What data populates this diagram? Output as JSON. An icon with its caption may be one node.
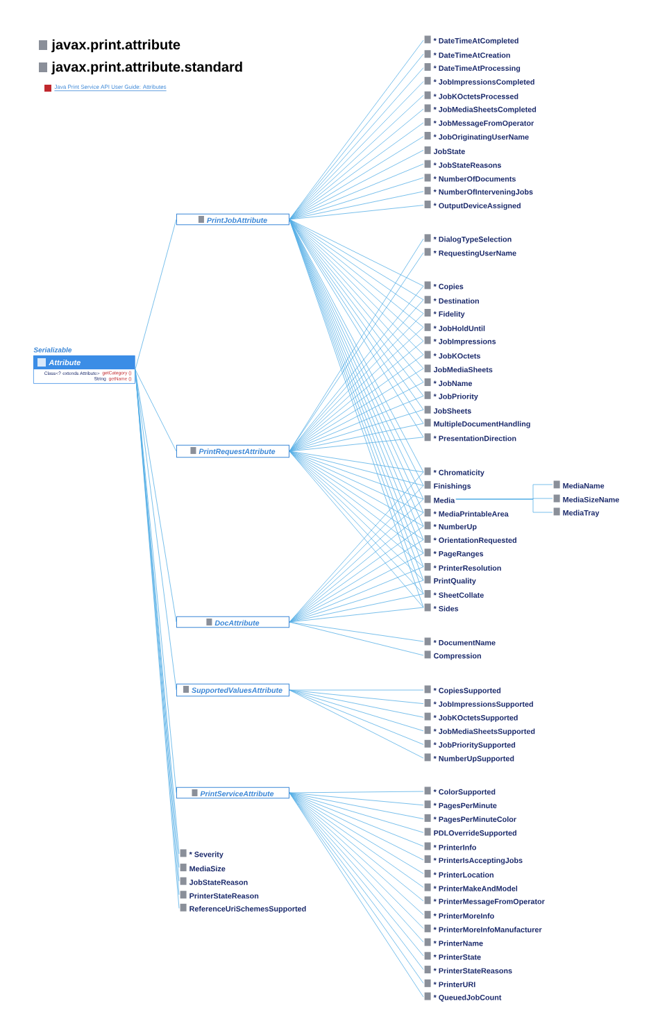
{
  "diagram": {
    "labels": [
      "javax.print.attribute",
      "javax.print.attribute.standard",
      "Java Print Service API User Guide: Attributes"
    ],
    "nodes": [
      {
        "text": [
          "Attribute",
          "Class<? extends Attribute>",
          "getCategory ()",
          "String",
          "getName ()"
        ],
        "beside": [
          "Serializable"
        ]
      },
      {
        "text": [
          "PrintJobAttribute"
        ]
      },
      {
        "text": [
          "PrintRequestAttribute"
        ]
      },
      {
        "text": [
          "DocAttribute"
        ]
      },
      {
        "text": [
          "SupportedValuesAttribute"
        ]
      },
      {
        "text": [
          "PrintServiceAttribute"
        ]
      },
      {
        "text": [
          "* DateTimeAtCompleted"
        ]
      },
      {
        "text": [
          "* DateTimeAtCreation"
        ]
      },
      {
        "text": [
          "* DateTimeAtProcessing"
        ]
      },
      {
        "text": [
          "* JobImpressionsCompleted"
        ]
      },
      {
        "text": [
          "* JobKOctetsProcessed"
        ]
      },
      {
        "text": [
          "* JobMediaSheetsCompleted"
        ]
      },
      {
        "text": [
          "* JobMessageFromOperator"
        ]
      },
      {
        "text": [
          "* JobOriginatingUserName"
        ]
      },
      {
        "text": [
          "JobState"
        ]
      },
      {
        "text": [
          "* JobStateReasons"
        ]
      },
      {
        "text": [
          "* NumberOfDocuments"
        ]
      },
      {
        "text": [
          "* NumberOfInterveningJobs"
        ]
      },
      {
        "text": [
          "* OutputDeviceAssigned"
        ]
      },
      {
        "text": [
          "* DialogTypeSelection"
        ]
      },
      {
        "text": [
          "* RequestingUserName"
        ]
      },
      {
        "text": [
          "* Copies"
        ]
      },
      {
        "text": [
          "* Destination"
        ]
      },
      {
        "text": [
          "* Fidelity"
        ]
      },
      {
        "text": [
          "* JobHoldUntil"
        ]
      },
      {
        "text": [
          "* JobImpressions"
        ]
      },
      {
        "text": [
          "* JobKOctets"
        ]
      },
      {
        "text": [
          "JobMediaSheets"
        ]
      },
      {
        "text": [
          "* JobName"
        ]
      },
      {
        "text": [
          "* JobPriority"
        ]
      },
      {
        "text": [
          "JobSheets"
        ]
      },
      {
        "text": [
          "MultipleDocumentHandling"
        ]
      },
      {
        "text": [
          "* PresentationDirection"
        ]
      },
      {
        "text": [
          "* Chromaticity"
        ]
      },
      {
        "text": [
          "Finishings"
        ]
      },
      {
        "text": [
          "Media"
        ]
      },
      {
        "text": [
          "* MediaPrintableArea"
        ]
      },
      {
        "text": [
          "* NumberUp"
        ]
      },
      {
        "text": [
          "* OrientationRequested"
        ]
      },
      {
        "text": [
          "* PageRanges"
        ]
      },
      {
        "text": [
          "* PrinterResolution"
        ]
      },
      {
        "text": [
          "PrintQuality"
        ]
      },
      {
        "text": [
          "* SheetCollate"
        ]
      },
      {
        "text": [
          "* Sides"
        ]
      },
      {
        "text": [
          "MediaName"
        ]
      },
      {
        "text": [
          "MediaSizeName"
        ]
      },
      {
        "text": [
          "MediaTray"
        ]
      },
      {
        "text": [
          "* DocumentName"
        ]
      },
      {
        "text": [
          "Compression"
        ]
      },
      {
        "text": [
          "* CopiesSupported"
        ]
      },
      {
        "text": [
          "* JobImpressionsSupported"
        ]
      },
      {
        "text": [
          "* JobKOctetsSupported"
        ]
      },
      {
        "text": [
          "* JobMediaSheetsSupported"
        ]
      },
      {
        "text": [
          "* JobPrioritySupported"
        ]
      },
      {
        "text": [
          "* NumberUpSupported"
        ]
      },
      {
        "text": [
          "* ColorSupported"
        ]
      },
      {
        "text": [
          "* PagesPerMinute"
        ]
      },
      {
        "text": [
          "* PagesPerMinuteColor"
        ]
      },
      {
        "text": [
          "PDLOverrideSupported"
        ]
      },
      {
        "text": [
          "* PrinterInfo"
        ]
      },
      {
        "text": [
          "* PrinterIsAcceptingJobs"
        ]
      },
      {
        "text": [
          "* PrinterLocation"
        ]
      },
      {
        "text": [
          "* PrinterMakeAndModel"
        ]
      },
      {
        "text": [
          "* PrinterMessageFromOperator"
        ]
      },
      {
        "text": [
          "* PrinterMoreInfo"
        ]
      },
      {
        "text": [
          "* PrinterMoreInfoManufacturer"
        ]
      },
      {
        "text": [
          "* PrinterName"
        ]
      },
      {
        "text": [
          "* PrinterState"
        ]
      },
      {
        "text": [
          "* PrinterStateReasons"
        ]
      },
      {
        "text": [
          "* PrinterURI"
        ]
      },
      {
        "text": [
          "* QueuedJobCount"
        ]
      },
      {
        "text": [
          "* Severity"
        ]
      },
      {
        "text": [
          "MediaSize"
        ]
      },
      {
        "text": [
          "JobStateReason"
        ]
      },
      {
        "text": [
          "PrinterStateReason"
        ]
      },
      {
        "text": [
          "ReferenceUriSchemesSupported"
        ]
      }
    ],
    "edges": [
      {
        "from": 0,
        "to": 1,
        "arrow": "none"
      },
      {
        "from": 0,
        "to": 2,
        "arrow": "none"
      },
      {
        "from": 0,
        "to": 3,
        "arrow": "none"
      },
      {
        "from": 0,
        "to": 4,
        "arrow": "none"
      },
      {
        "from": 0,
        "to": 5,
        "arrow": "none"
      },
      {
        "from": 0,
        "to": 71,
        "arrow": "none"
      },
      {
        "from": 0,
        "to": 72,
        "arrow": "none"
      },
      {
        "from": 0,
        "to": 73,
        "arrow": "none"
      },
      {
        "from": 0,
        "to": 74,
        "arrow": "none"
      },
      {
        "from": 0,
        "to": 75,
        "arrow": "none"
      },
      {
        "from": 1,
        "to": 6,
        "arrow": "none"
      },
      {
        "from": 1,
        "to": 7,
        "arrow": "none"
      },
      {
        "from": 1,
        "to": 8,
        "arrow": "none"
      },
      {
        "from": 1,
        "to": 9,
        "arrow": "none"
      },
      {
        "from": 1,
        "to": 10,
        "arrow": "none"
      },
      {
        "from": 1,
        "to": 11,
        "arrow": "none"
      },
      {
        "from": 1,
        "to": 12,
        "arrow": "none"
      },
      {
        "from": 1,
        "to": 13,
        "arrow": "none"
      },
      {
        "from": 1,
        "to": 14,
        "arrow": "none"
      },
      {
        "from": 1,
        "to": 15,
        "arrow": "none"
      },
      {
        "from": 1,
        "to": 16,
        "arrow": "none"
      },
      {
        "from": 1,
        "to": 17,
        "arrow": "none"
      },
      {
        "from": 1,
        "to": 18,
        "arrow": "none"
      },
      {
        "from": 1,
        "to": 21,
        "arrow": "none"
      },
      {
        "from": 1,
        "to": 22,
        "arrow": "none"
      },
      {
        "from": 1,
        "to": 23,
        "arrow": "none"
      },
      {
        "from": 1,
        "to": 24,
        "arrow": "none"
      },
      {
        "from": 1,
        "to": 25,
        "arrow": "none"
      },
      {
        "from": 1,
        "to": 26,
        "arrow": "none"
      },
      {
        "from": 1,
        "to": 27,
        "arrow": "none"
      },
      {
        "from": 1,
        "to": 28,
        "arrow": "none"
      },
      {
        "from": 1,
        "to": 29,
        "arrow": "none"
      },
      {
        "from": 1,
        "to": 30,
        "arrow": "none"
      },
      {
        "from": 1,
        "to": 31,
        "arrow": "none"
      },
      {
        "from": 1,
        "to": 32,
        "arrow": "none"
      },
      {
        "from": 1,
        "to": 33,
        "arrow": "none"
      },
      {
        "from": 1,
        "to": 34,
        "arrow": "none"
      },
      {
        "from": 1,
        "to": 35,
        "arrow": "none"
      },
      {
        "from": 1,
        "to": 36,
        "arrow": "none"
      },
      {
        "from": 1,
        "to": 37,
        "arrow": "none"
      },
      {
        "from": 1,
        "to": 38,
        "arrow": "none"
      },
      {
        "from": 1,
        "to": 39,
        "arrow": "none"
      },
      {
        "from": 1,
        "to": 40,
        "arrow": "none"
      },
      {
        "from": 1,
        "to": 41,
        "arrow": "none"
      },
      {
        "from": 1,
        "to": 42,
        "arrow": "none"
      },
      {
        "from": 1,
        "to": 43,
        "arrow": "none"
      },
      {
        "from": 2,
        "to": 19,
        "arrow": "none"
      },
      {
        "from": 2,
        "to": 20,
        "arrow": "none"
      },
      {
        "from": 2,
        "to": 21,
        "arrow": "none"
      },
      {
        "from": 2,
        "to": 22,
        "arrow": "none"
      },
      {
        "from": 2,
        "to": 23,
        "arrow": "none"
      },
      {
        "from": 2,
        "to": 24,
        "arrow": "none"
      },
      {
        "from": 2,
        "to": 25,
        "arrow": "none"
      },
      {
        "from": 2,
        "to": 26,
        "arrow": "none"
      },
      {
        "from": 2,
        "to": 27,
        "arrow": "none"
      },
      {
        "from": 2,
        "to": 28,
        "arrow": "none"
      },
      {
        "from": 2,
        "to": 29,
        "arrow": "none"
      },
      {
        "from": 2,
        "to": 30,
        "arrow": "none"
      },
      {
        "from": 2,
        "to": 31,
        "arrow": "none"
      },
      {
        "from": 2,
        "to": 32,
        "arrow": "none"
      },
      {
        "from": 2,
        "to": 33,
        "arrow": "none"
      },
      {
        "from": 2,
        "to": 34,
        "arrow": "none"
      },
      {
        "from": 2,
        "to": 35,
        "arrow": "none"
      },
      {
        "from": 2,
        "to": 36,
        "arrow": "none"
      },
      {
        "from": 2,
        "to": 37,
        "arrow": "none"
      },
      {
        "from": 2,
        "to": 38,
        "arrow": "none"
      },
      {
        "from": 2,
        "to": 39,
        "arrow": "none"
      },
      {
        "from": 2,
        "to": 40,
        "arrow": "none"
      },
      {
        "from": 2,
        "to": 41,
        "arrow": "none"
      },
      {
        "from": 2,
        "to": 42,
        "arrow": "none"
      },
      {
        "from": 2,
        "to": 43,
        "arrow": "none"
      },
      {
        "from": 3,
        "to": 33,
        "arrow": "none"
      },
      {
        "from": 3,
        "to": 34,
        "arrow": "none"
      },
      {
        "from": 3,
        "to": 35,
        "arrow": "none"
      },
      {
        "from": 3,
        "to": 36,
        "arrow": "none"
      },
      {
        "from": 3,
        "to": 37,
        "arrow": "none"
      },
      {
        "from": 3,
        "to": 38,
        "arrow": "none"
      },
      {
        "from": 3,
        "to": 39,
        "arrow": "none"
      },
      {
        "from": 3,
        "to": 40,
        "arrow": "none"
      },
      {
        "from": 3,
        "to": 41,
        "arrow": "none"
      },
      {
        "from": 3,
        "to": 42,
        "arrow": "none"
      },
      {
        "from": 3,
        "to": 43,
        "arrow": "none"
      },
      {
        "from": 3,
        "to": 47,
        "arrow": "none"
      },
      {
        "from": 3,
        "to": 48,
        "arrow": "none"
      },
      {
        "from": 35,
        "to": 44,
        "arrow": "none"
      },
      {
        "from": 35,
        "to": 45,
        "arrow": "none"
      },
      {
        "from": 35,
        "to": 46,
        "arrow": "none"
      },
      {
        "from": 4,
        "to": 49,
        "arrow": "none"
      },
      {
        "from": 4,
        "to": 50,
        "arrow": "none"
      },
      {
        "from": 4,
        "to": 51,
        "arrow": "none"
      },
      {
        "from": 4,
        "to": 52,
        "arrow": "none"
      },
      {
        "from": 4,
        "to": 53,
        "arrow": "none"
      },
      {
        "from": 4,
        "to": 54,
        "arrow": "none"
      },
      {
        "from": 5,
        "to": 55,
        "arrow": "none"
      },
      {
        "from": 5,
        "to": 56,
        "arrow": "none"
      },
      {
        "from": 5,
        "to": 57,
        "arrow": "none"
      },
      {
        "from": 5,
        "to": 58,
        "arrow": "none"
      },
      {
        "from": 5,
        "to": 59,
        "arrow": "none"
      },
      {
        "from": 5,
        "to": 60,
        "arrow": "none"
      },
      {
        "from": 5,
        "to": 61,
        "arrow": "none"
      },
      {
        "from": 5,
        "to": 62,
        "arrow": "none"
      },
      {
        "from": 5,
        "to": 63,
        "arrow": "none"
      },
      {
        "from": 5,
        "to": 64,
        "arrow": "none"
      },
      {
        "from": 5,
        "to": 65,
        "arrow": "none"
      },
      {
        "from": 5,
        "to": 66,
        "arrow": "none"
      },
      {
        "from": 5,
        "to": 67,
        "arrow": "none"
      },
      {
        "from": 5,
        "to": 68,
        "arrow": "none"
      },
      {
        "from": 5,
        "to": 69,
        "arrow": "none"
      },
      {
        "from": 5,
        "to": 70,
        "arrow": "none"
      }
    ]
  }
}
